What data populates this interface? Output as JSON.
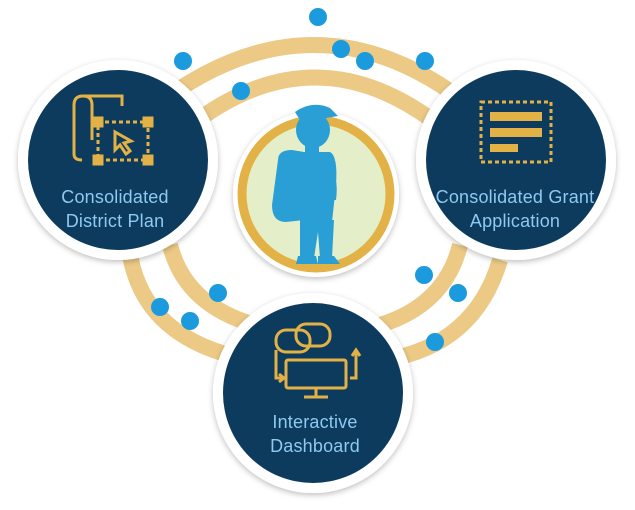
{
  "colors": {
    "navy": "#0d3b5e",
    "gold": "#ecca86",
    "gold_dark": "#e2b247",
    "blue_dot": "#1b9bdd",
    "center_bg": "#e4efc9",
    "figure": "#2a9fd6",
    "label": "#8ec9ef"
  },
  "nodes": {
    "plan": {
      "line1": "Consolidated",
      "line2": "District Plan",
      "icon": "blueprint-select-icon"
    },
    "grant": {
      "line1": "Consolidated Grant",
      "line2": "Application",
      "icon": "document-form-icon"
    },
    "dashboard": {
      "line1": "Interactive",
      "line2": "Dashboard",
      "icon": "linked-dashboard-icon"
    }
  },
  "center": {
    "icon": "student-backpack-silhouette-icon"
  }
}
